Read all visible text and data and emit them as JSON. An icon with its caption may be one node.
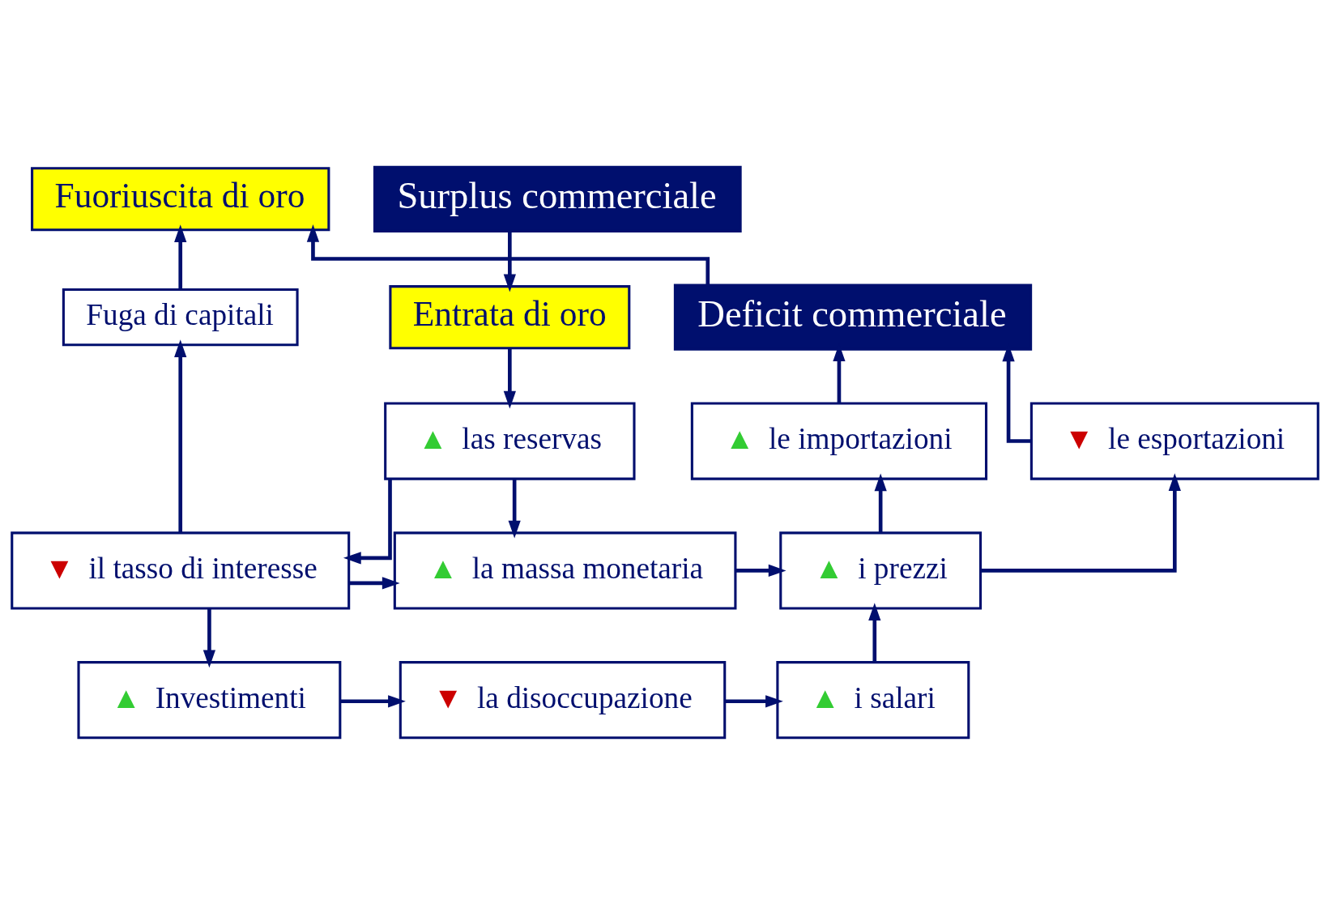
{
  "diagram": {
    "nodes": [
      {
        "text": [
          "Surplus commerciale"
        ]
      },
      {
        "text": [
          "Entrata di oro"
        ]
      },
      {
        "text": [
          "Fuga di capitali"
        ]
      },
      {
        "text": [
          "Fuoriuscita di oro"
        ]
      },
      {
        "text": [
          "Deficit commerciale"
        ]
      },
      {
        "text": [
          "▲",
          "las reservas"
        ]
      },
      {
        "text": [
          "▼",
          "le esportazioni"
        ]
      },
      {
        "text": [
          "▲",
          "le importazioni"
        ]
      },
      {
        "text": [
          "▼",
          "il tasso di interesse"
        ]
      },
      {
        "text": [
          "▲",
          "la massa monetaria"
        ]
      },
      {
        "text": [
          "▲",
          "i prezzi"
        ]
      },
      {
        "text": [
          "▲",
          "Investimenti"
        ]
      },
      {
        "text": [
          "▼",
          "la disoccupazione"
        ]
      },
      {
        "text": [
          "▲",
          "i salari"
        ]
      }
    ],
    "edges": [
      {
        "from": 0,
        "to": 1,
        "arrow": "to"
      },
      {
        "from": 1,
        "to": 5,
        "arrow": "to"
      },
      {
        "from": 5,
        "to": 8,
        "arrow": "to"
      },
      {
        "from": 5,
        "to": 9,
        "arrow": "to"
      },
      {
        "from": 8,
        "to": 2,
        "arrow": "to"
      },
      {
        "from": 8,
        "to": 9,
        "arrow": "to"
      },
      {
        "from": 8,
        "to": 11,
        "arrow": "to"
      },
      {
        "from": 2,
        "to": 3,
        "arrow": "to"
      },
      {
        "from": 4,
        "to": 3,
        "arrow": "to"
      },
      {
        "from": 6,
        "to": 4,
        "arrow": "to"
      },
      {
        "from": 7,
        "to": 4,
        "arrow": "to"
      },
      {
        "from": 10,
        "to": 6,
        "arrow": "to"
      },
      {
        "from": 10,
        "to": 7,
        "arrow": "to"
      },
      {
        "from": 9,
        "to": 10,
        "arrow": "to"
      },
      {
        "from": 11,
        "to": 12,
        "arrow": "to"
      },
      {
        "from": 12,
        "to": 13,
        "arrow": "to"
      },
      {
        "from": 13,
        "to": 10,
        "arrow": "to"
      }
    ]
  }
}
